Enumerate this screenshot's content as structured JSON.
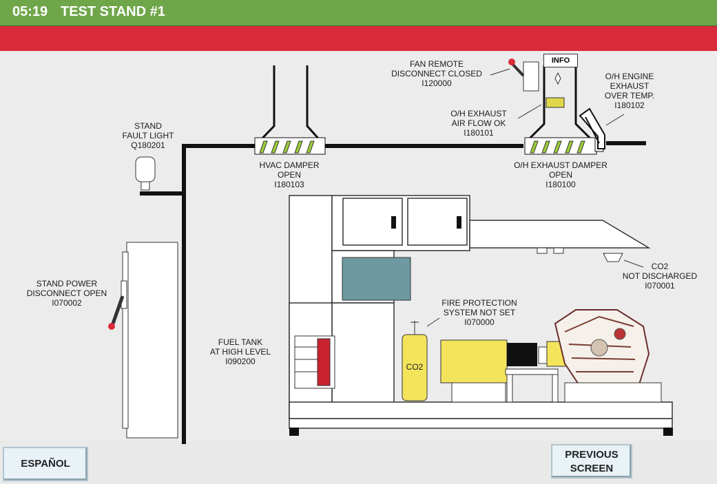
{
  "header": {
    "time": "05:19",
    "title": "TEST STAND #1"
  },
  "colors": {
    "header_bg": "#6fa64a",
    "alarm_bar": "#d92a3a",
    "panel_bg": "#ececec",
    "damper_green": "#9ccc3a",
    "co2_yellow": "#f4e45c"
  },
  "labels": {
    "stand_fault_light": [
      "STAND",
      "FAULT LIGHT",
      "Q180201"
    ],
    "hvac_damper": [
      "HVAC DAMPER",
      "OPEN",
      "I180103"
    ],
    "fan_remote": [
      "FAN REMOTE",
      "DISCONNECT CLOSED",
      "I120000"
    ],
    "oh_exhaust_airflow": [
      "O/H EXHAUST",
      "AIR FLOW OK",
      "I180101"
    ],
    "oh_engine_exhaust": [
      "O/H ENGINE",
      "EXHAUST",
      "OVER TEMP.",
      "I180102"
    ],
    "oh_exhaust_damper": [
      "O/H EXHAUST DAMPER",
      "OPEN",
      "I180100"
    ],
    "stand_power": [
      "STAND POWER",
      "DISCONNECT OPEN",
      "I070002"
    ],
    "co2_not_discharged": [
      "CO2",
      "NOT DISCHARGED",
      "I070001"
    ],
    "fire_protection": [
      "FIRE PROTECTION",
      "SYSTEM NOT SET",
      "I070000"
    ],
    "fuel_tank": [
      "FUEL TANK",
      "AT HIGH LEVEL",
      "I090200"
    ],
    "co2_tank": "CO2"
  },
  "buttons": {
    "info": "INFO",
    "espanol": "ESPAÑOL",
    "previous": [
      "PREVIOUS",
      "SCREEN"
    ]
  }
}
